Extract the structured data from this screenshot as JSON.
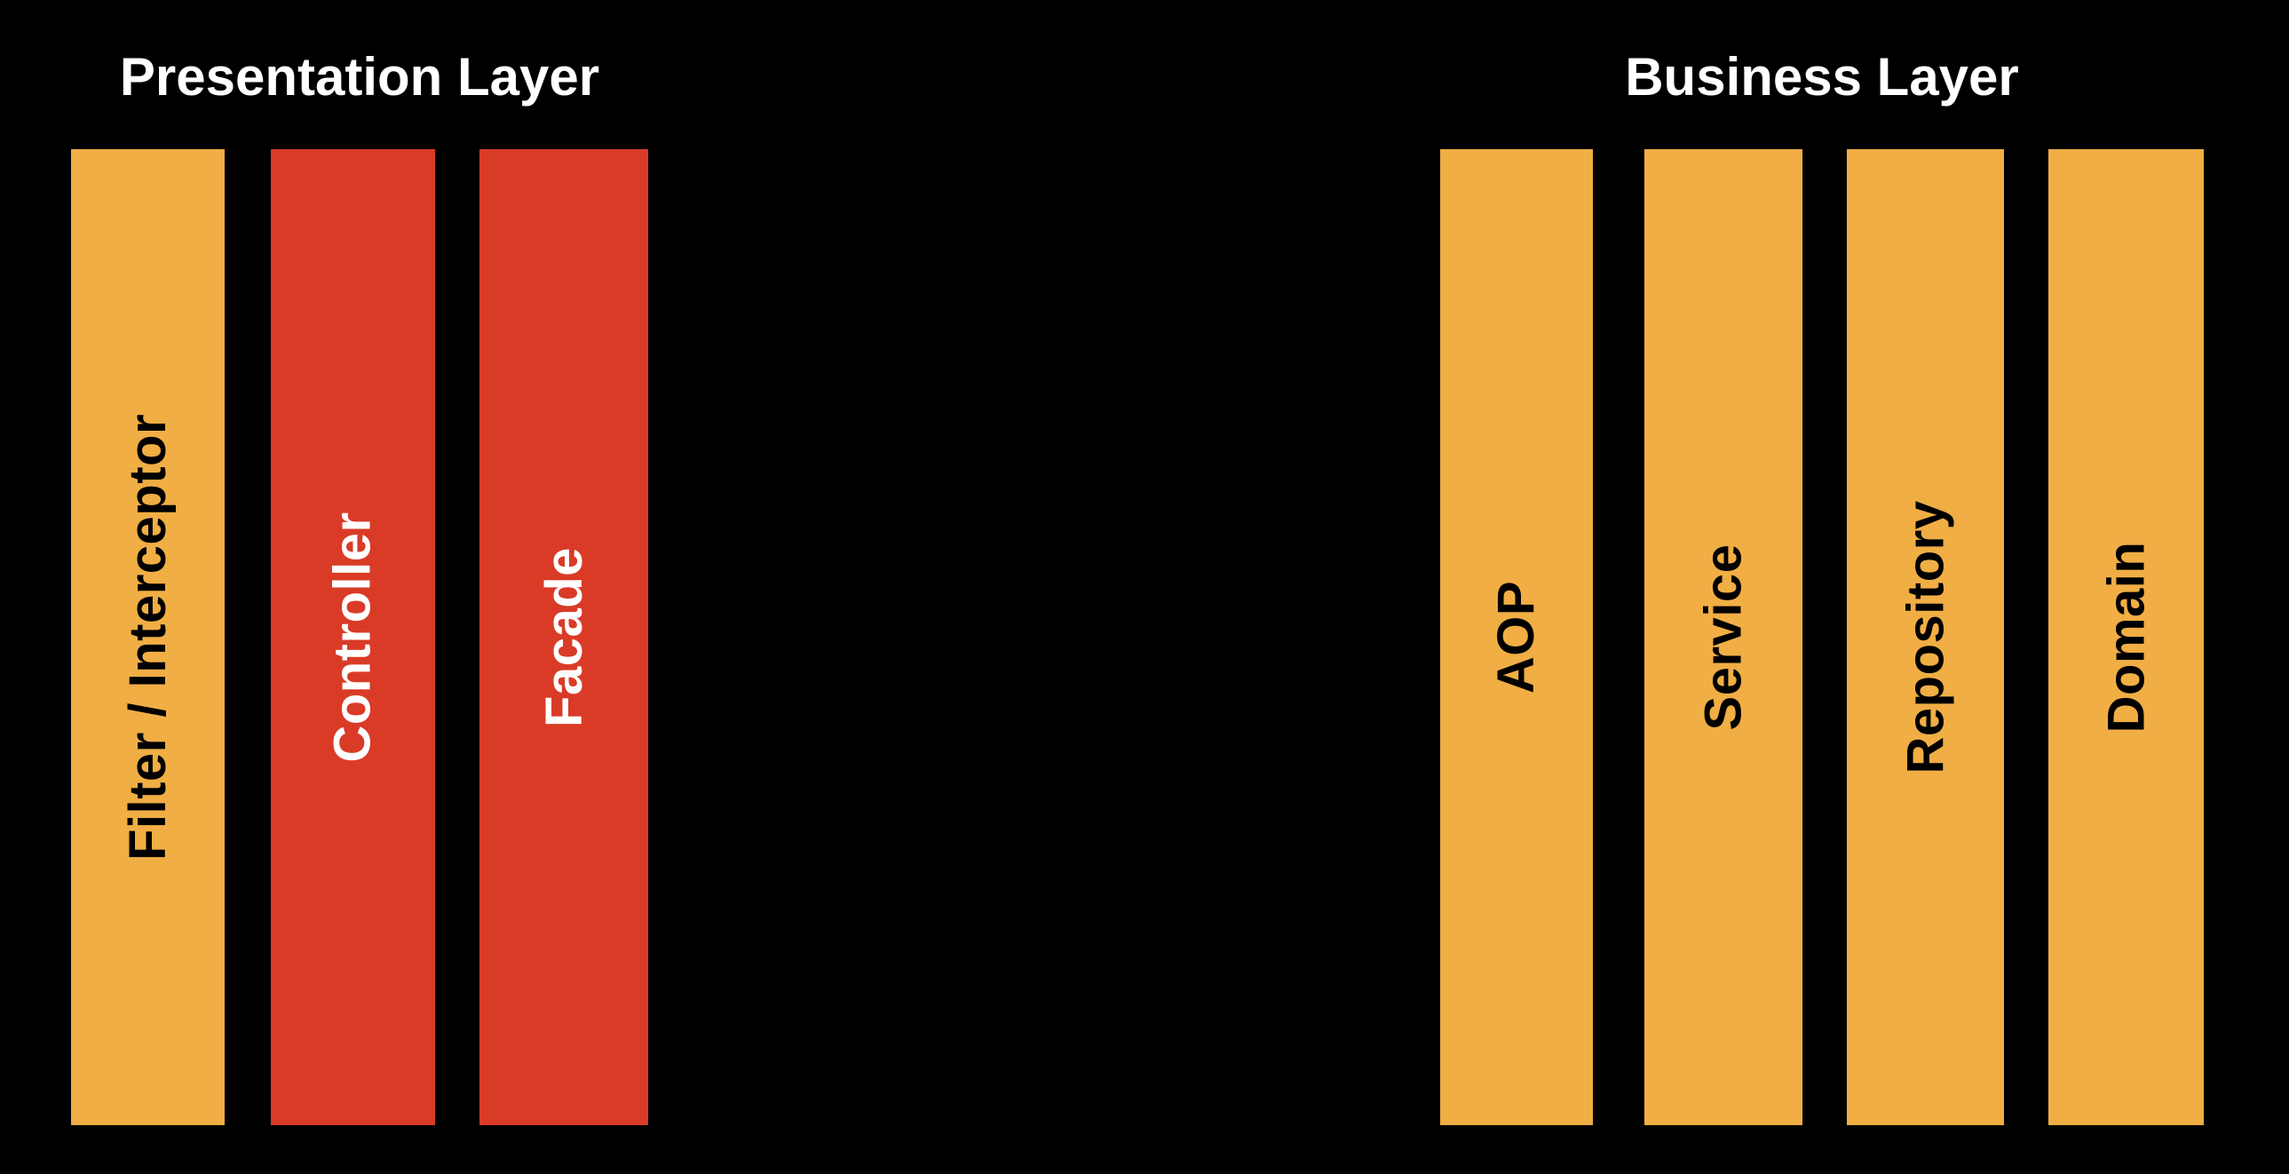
{
  "diagram": {
    "background": "#000000",
    "colors": {
      "orange": "#F0AE44",
      "red": "#D93B27",
      "title_text": "#FFFFFF",
      "label_on_orange": "#000000",
      "label_on_red": "#FFFFFF"
    },
    "groups": [
      {
        "title": "Presentation Layer",
        "bars": [
          {
            "label": "Filter / Interceptor",
            "color": "orange"
          },
          {
            "label": "Controller",
            "color": "red"
          },
          {
            "label": "Facade",
            "color": "red"
          }
        ]
      },
      {
        "title": "Business Layer",
        "bars": [
          {
            "label": "AOP",
            "color": "orange"
          },
          {
            "label": "Service",
            "color": "orange"
          },
          {
            "label": "Repository",
            "color": "orange"
          },
          {
            "label": "Domain",
            "color": "orange"
          }
        ]
      }
    ]
  }
}
